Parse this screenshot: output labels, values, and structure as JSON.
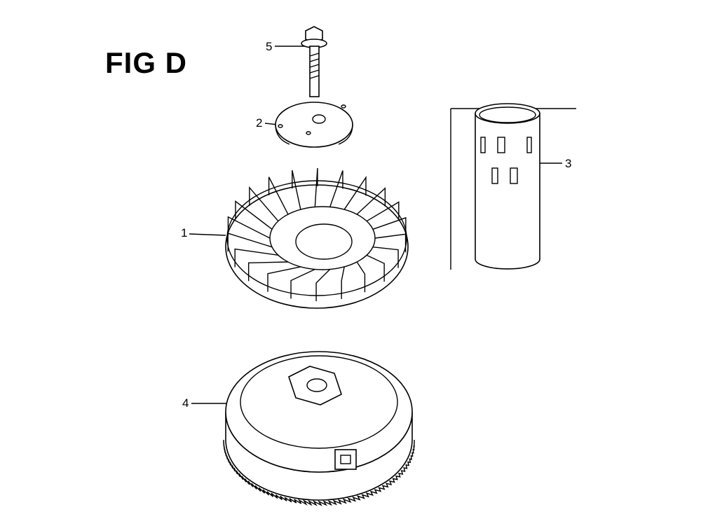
{
  "figure": {
    "title": "FIG D",
    "callouts": [
      {
        "number": "5",
        "part": "bolt"
      },
      {
        "number": "2",
        "part": "plate"
      },
      {
        "number": "1",
        "part": "cooling-fan"
      },
      {
        "number": "3",
        "part": "sleeve"
      },
      {
        "number": "4",
        "part": "flywheel"
      }
    ]
  }
}
